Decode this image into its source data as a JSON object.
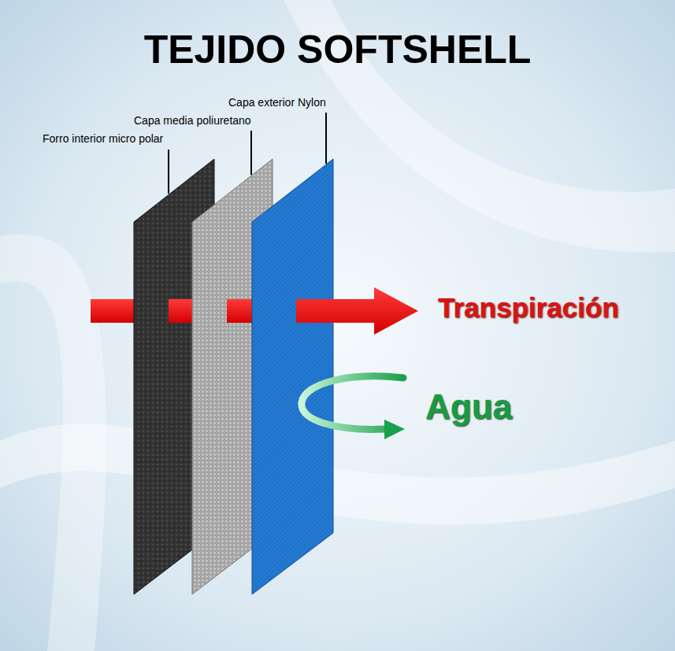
{
  "diagram": {
    "title": "TEJIDO SOFTSHELL",
    "labels": [
      "Forro interior micro polar",
      "Capa media poliuretano",
      "Capa exterior Nylon",
      "Transpiración",
      "Agua"
    ]
  }
}
